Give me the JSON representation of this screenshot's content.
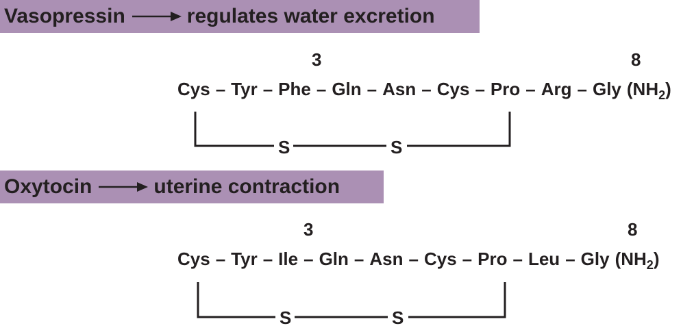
{
  "vasopressin": {
    "name": "Vasopressin",
    "effect": "regulates water excretion",
    "position_marks": [
      "3",
      "8"
    ],
    "residues": [
      "Cys",
      "Tyr",
      "Phe",
      "Gln",
      "Asn",
      "Cys",
      "Pro",
      "Arg",
      "Gly"
    ],
    "c_terminus": "(NH",
    "c_terminus_sub": "2",
    "c_terminus_close": ")",
    "separator": "–",
    "disulfide": [
      "S",
      "S"
    ]
  },
  "oxytocin": {
    "name": "Oxytocin",
    "effect": "uterine contraction",
    "position_marks": [
      "3",
      "8"
    ],
    "residues": [
      "Cys",
      "Tyr",
      "Ile",
      "Gln",
      "Asn",
      "Cys",
      "Pro",
      "Leu",
      "Gly"
    ],
    "c_terminus": "(NH",
    "c_terminus_sub": "2",
    "c_terminus_close": ")",
    "separator": "–",
    "disulfide": [
      "S",
      "S"
    ]
  },
  "colors": {
    "header_band": "#ab90b4",
    "text": "#231f20"
  }
}
